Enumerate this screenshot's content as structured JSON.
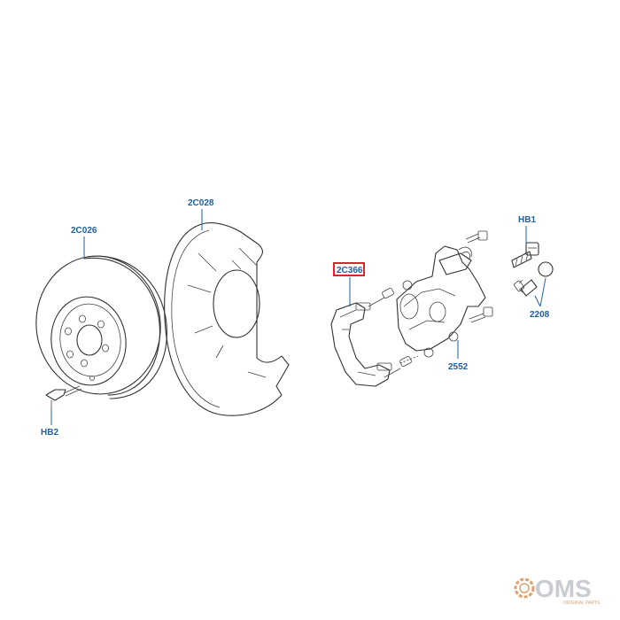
{
  "diagram": {
    "labels": {
      "disc": "2C026",
      "shield": "2C028",
      "bracket": "2C366",
      "caliper": "2552",
      "bolt_hb1": "HB1",
      "bleed_2208": "2208",
      "screw_hb2": "HB2"
    }
  },
  "watermark": {
    "brand": "OMS",
    "tagline": "ORIGINAL PARTS"
  },
  "colors": {
    "label": "#1f5fa0",
    "highlight": "#d8262a",
    "line": "#333333",
    "watermark": "#c9ccd1",
    "watermark_accent": "#e0a070"
  }
}
